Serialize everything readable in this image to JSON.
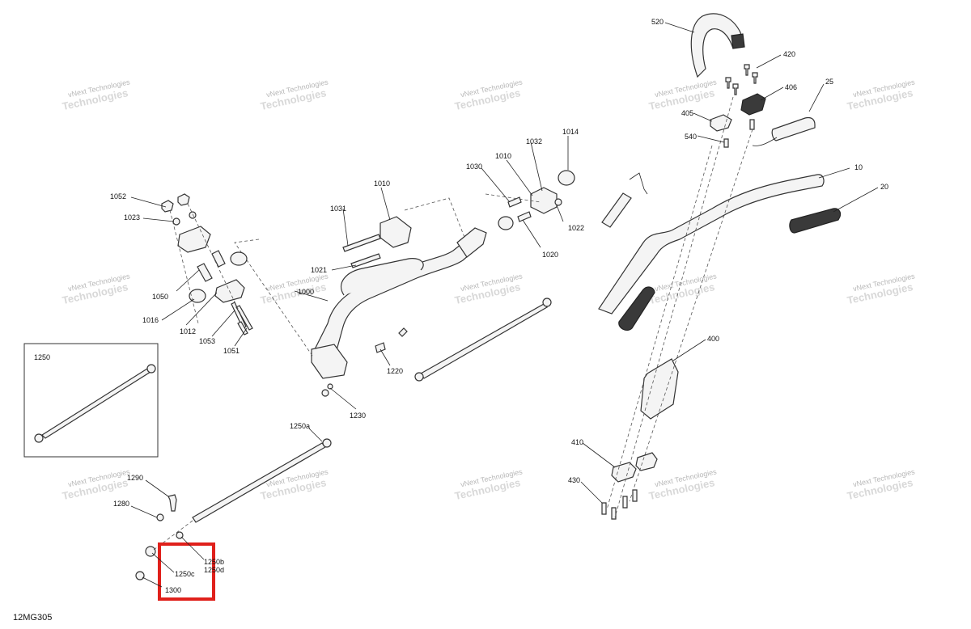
{
  "drawing_code": "12MG305",
  "watermark": {
    "line1": "vNext Technologies",
    "line2": "Technologies"
  },
  "inset": {
    "label": "1250"
  },
  "highlight": {
    "color": "#e0201b"
  },
  "callouts": {
    "p520": "520",
    "p420": "420",
    "p406": "406",
    "p25": "25",
    "p405": "405",
    "p540": "540",
    "p10": "10",
    "p20": "20",
    "p1014": "1014",
    "p1032": "1032",
    "p1010a": "1010",
    "p1030": "1030",
    "p1010b": "1010",
    "p1031": "1031",
    "p1022": "1022",
    "p1020": "1020",
    "p1052": "1052",
    "p1023": "1023",
    "p1050": "1050",
    "p1021": "1021",
    "p1000": "1000",
    "p1016": "1016",
    "p1012": "1012",
    "p1053": "1053",
    "p1051": "1051",
    "p1220": "1220",
    "p1230": "1230",
    "p400": "400",
    "p1250a": "1250a",
    "p1290": "1290",
    "p1280": "1280",
    "p1250b": "1250b",
    "p1250d": "1250d",
    "p1250c": "1250c",
    "p1300": "1300",
    "p410": "410",
    "p430": "430"
  }
}
